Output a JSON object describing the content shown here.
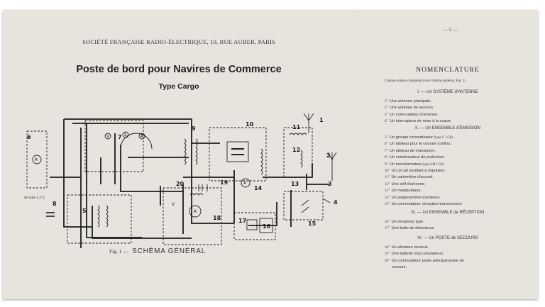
{
  "left_page": {
    "society": "SOCIÉTÉ FRANÇAISE RADIO-ÉLECTRIQUE, 10, RUE AUBER, PARIS",
    "title": "Poste de bord pour Navires de Commerce",
    "subtitle": "Type Cargo",
    "caption_fig": "Fig. 1 —",
    "caption_title": "SCHÉMA GÉNÉRAL",
    "diagram_labels": [
      "1",
      "2",
      "3",
      "4",
      "5",
      "6",
      "7",
      "8",
      "9",
      "10",
      "11",
      "12",
      "13",
      "14",
      "15",
      "16",
      "17",
      "18",
      "19",
      "20",
      "A",
      "A",
      "V",
      "S",
      "A",
      "A",
      "V",
      "Arrivée C.C.C"
    ]
  },
  "right_page": {
    "page_number": "— 5 —",
    "heading": "NOMENCLATURE",
    "intro": "Chaque station comprend (voir schéma général, Fig. 1)",
    "sections": [
      {
        "title": "I. — Un SYSTÈME d'ANTENNE",
        "items": [
          {
            "num": "1°",
            "text": "Une antenne principale.",
            "suffix": ""
          },
          {
            "num": "2°",
            "text": "Une antenne de secours.",
            "suffix": ""
          },
          {
            "num": "3°",
            "text": "Un commutateur d'antenne.",
            "suffix": ""
          },
          {
            "num": "4°",
            "text": "Un interrupteur de mise à la coque.",
            "suffix": ""
          }
        ]
      },
      {
        "title": "II. — Un ENSEMBLE d'ÉMISSION",
        "items": [
          {
            "num": "5°",
            "text": "Un groupe convertisseur",
            "suffix": " (type C 1/50)."
          },
          {
            "num": "6°",
            "text": "Un tableau pour le courant continu.",
            "suffix": ""
          },
          {
            "num": "7°",
            "text": "Un tableau de manœuvre.",
            "suffix": ""
          },
          {
            "num": "8°",
            "text": "Un condensateur de protection.",
            "suffix": ""
          },
          {
            "num": "9°",
            "text": "Un transformateur",
            "suffix": " (type SH 1/50)."
          },
          {
            "num": "10°",
            "text": "Un circuit oscillant à impulsion.",
            "suffix": ""
          },
          {
            "num": "11°",
            "text": "Un variomètre d'accord.",
            "suffix": ""
          },
          {
            "num": "12°",
            "text": "Une self d'antenne.",
            "suffix": ""
          },
          {
            "num": "13°",
            "text": "Un manipulateur.",
            "suffix": ""
          },
          {
            "num": "14°",
            "text": "Un ampèremètre d'antenne.",
            "suffix": ""
          },
          {
            "num": "15°",
            "text": "Un commutateur réception-transmission",
            "suffix": ""
          }
        ]
      },
      {
        "title": "III. — Un ENSEMBLE de RÉCEPTION",
        "items": [
          {
            "num": "16°",
            "text": "Un récepteur type.",
            "suffix": ""
          },
          {
            "num": "17°",
            "text": "Une boîte de détecteurs.",
            "suffix": ""
          }
        ]
      },
      {
        "title": "IV. — Un POSTE de SECOURS",
        "items": [
          {
            "num": "18°",
            "text": "Un vibrateur musical.",
            "suffix": ""
          },
          {
            "num": "19°",
            "text": "Une batterie d'accumulateurs.",
            "suffix": ""
          },
          {
            "num": "20°",
            "text": "Un commutateur poste principal-poste de",
            "suffix": ""
          },
          {
            "num": "",
            "text": "secours.",
            "suffix": ""
          }
        ]
      }
    ]
  }
}
